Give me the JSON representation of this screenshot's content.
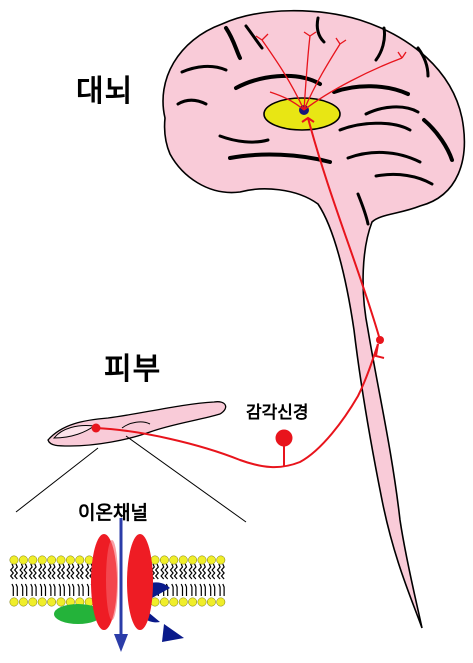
{
  "labels": {
    "cerebrum": "대뇌",
    "skin": "피부",
    "sensory_nerve": "감각신경",
    "ion_channel": "이온채널"
  },
  "colors": {
    "brain_fill": "#f9cbd8",
    "nerve": "#e8141c",
    "thalamus": "#e8e614",
    "nucleus": "#17177a",
    "channel_protein": "#ee1c24",
    "lipid_head": "#f0ee2a",
    "arrow": "#2b3ca8",
    "green_protein": "#24b33a",
    "blue_protein": "#0a1a8a"
  },
  "icons": [
    "brain-outline",
    "finger-icon",
    "neuron-cell-body",
    "ion-channel-membrane"
  ]
}
